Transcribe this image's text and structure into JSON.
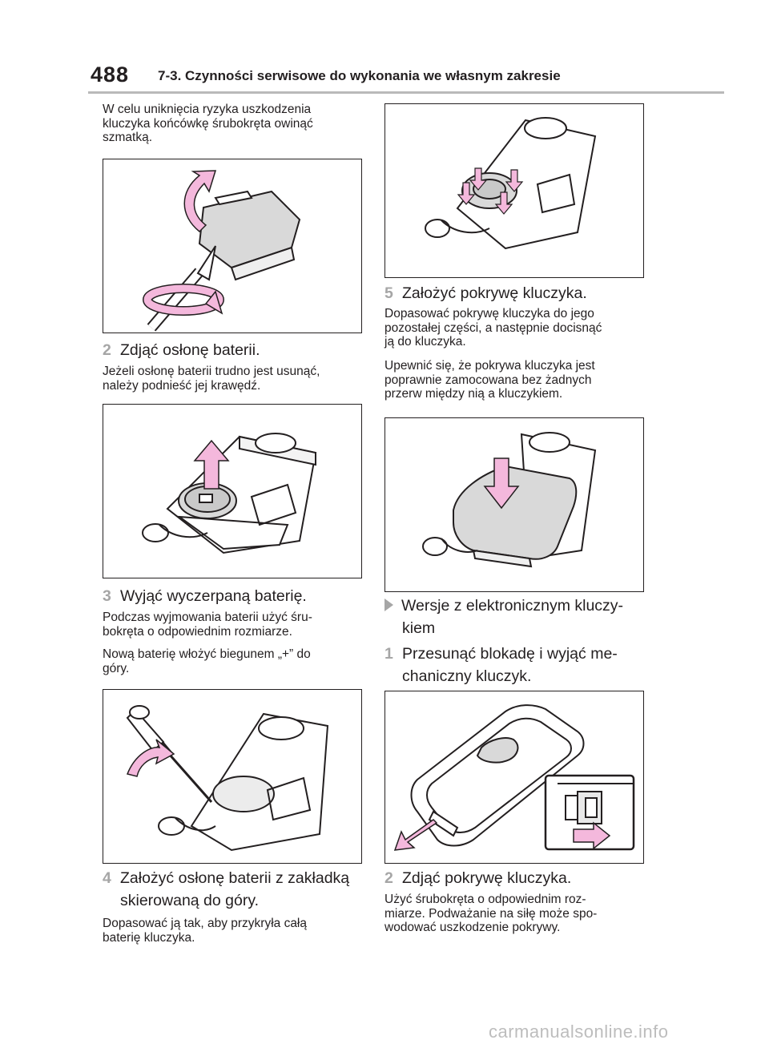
{
  "header": {
    "page_number": "488",
    "section_title": "7-3. Czynności serwisowe do wykonania we własnym zakresie"
  },
  "left_column": {
    "intro_line1": "W celu uniknięcia ryzyka uszkodzenia",
    "intro_line2": "kluczyka końcówkę śrubokręta owinąć",
    "intro_line3": "szmatką.",
    "step2": {
      "number": "2",
      "title": "Zdjąć osłonę baterii.",
      "desc_line1": "Jeżeli osłonę baterii trudno jest usunąć,",
      "desc_line2": "należy podnieść jej krawędź."
    },
    "step3": {
      "number": "3",
      "title": "Wyjąć wyczerpaną baterię.",
      "desc1_line1": "Podczas wyjmowania baterii użyć śru-",
      "desc1_line2": "bokręta o odpowiednim rozmiarze.",
      "desc2_line1": "Nową baterię włożyć biegunem „+” do",
      "desc2_line2": "góry."
    },
    "step4": {
      "number": "4",
      "title_line1": "Założyć osłonę baterii z zakładką",
      "title_line2": "skierowaną do góry.",
      "desc_line1": "Dopasować ją tak, aby przykryła całą",
      "desc_line2": "baterię kluczyka."
    }
  },
  "right_column": {
    "step5": {
      "number": "5",
      "title": "Założyć pokrywę kluczyka.",
      "desc1_line1": "Dopasować pokrywę kluczyka do jego",
      "desc1_line2": "pozostałej części, a następnie docisnąć",
      "desc1_line3": "ją do kluczyka.",
      "desc2_line1": "Upewnić się, że pokrywa kluczyka jest",
      "desc2_line2": "poprawnie zamocowana bez żadnych",
      "desc2_line3": "przerw między nią a kluczykiem."
    },
    "subsection": {
      "title_line1": "Wersje z elektronicznym kluczy-",
      "title_line2": "kiem"
    },
    "step1b": {
      "number": "1",
      "title_line1": "Przesunąć blokadę i wyjąć me-",
      "title_line2": "chaniczny kluczyk."
    },
    "step2b": {
      "number": "2",
      "title": "Zdjąć pokrywę kluczyka.",
      "desc_line1": "Użyć śrubokręta o odpowiednim roz-",
      "desc_line2": "miarze. Podważanie na siłę może spo-",
      "desc_line3": "wodować uszkodzenie pokrywy."
    }
  },
  "watermark": "carmanualsonline.info",
  "colors": {
    "accent_step": "#a6a6a6",
    "arrow_pink": "#f4b8dc",
    "rule": "#b9b9b9",
    "text": "#231f20"
  }
}
